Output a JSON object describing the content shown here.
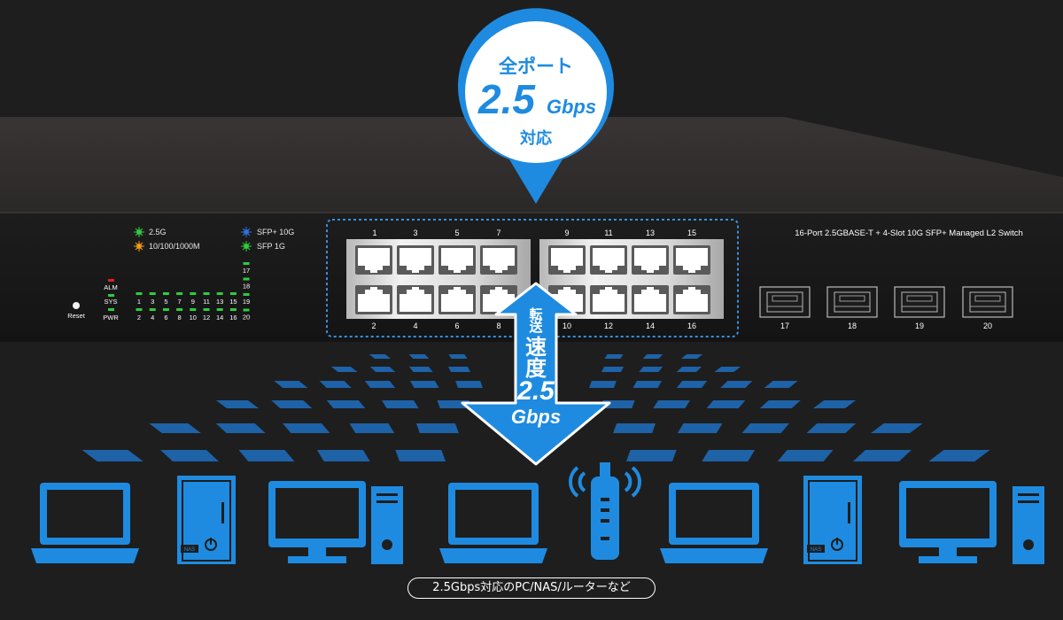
{
  "badge": {
    "top": "全ポート",
    "speed_big": "2.5",
    "speed_unit": "Gbps",
    "bottom": "対応"
  },
  "switch": {
    "model_label": "16-Port 2.5GBASE-T + 4-Slot 10G SFP+ Managed L2 Switch",
    "reset_label": "Reset",
    "legend": {
      "led_2_5g": "2.5G",
      "led_10_100_1000": "10/100/1000M",
      "led_sfp_10g": "SFP+ 10G",
      "led_sfp_1g": "SFP 1G"
    },
    "status_leds": [
      "ALM",
      "SYS",
      "PWR"
    ],
    "led_top_numbers": [
      "1",
      "3",
      "5",
      "7",
      "9",
      "11",
      "13",
      "15"
    ],
    "led_bottom_numbers": [
      "2",
      "4",
      "6",
      "8",
      "10",
      "12",
      "14",
      "16"
    ],
    "sfp_led_numbers": [
      "17",
      "18",
      "19",
      "20"
    ],
    "rj45_top_numbers": [
      "1",
      "3",
      "5",
      "7",
      "9",
      "11",
      "13",
      "15"
    ],
    "rj45_bottom_numbers": [
      "2",
      "4",
      "6",
      "8",
      "10",
      "12",
      "14",
      "16"
    ],
    "sfp_port_numbers": [
      "17",
      "18",
      "19",
      "20"
    ]
  },
  "arrow": {
    "vertical_text": [
      "転",
      "送",
      "速",
      "度"
    ],
    "speed_big": "2.5",
    "speed_unit": "Gbps"
  },
  "devices": [
    "laptop-icon",
    "nas-icon",
    "desktop-icon",
    "laptop-icon",
    "router-icon",
    "laptop-icon",
    "nas-icon",
    "desktop-icon"
  ],
  "nas_label": "NAS",
  "caption": "2.5Gbps対応のPC/NAS/ルーターなど",
  "colors": {
    "accent_blue": "#1e8be0",
    "led_green": "#2ecc40",
    "led_amber": "#f39c12",
    "led_blue": "#2f6fe0",
    "led_red": "#e02020"
  }
}
